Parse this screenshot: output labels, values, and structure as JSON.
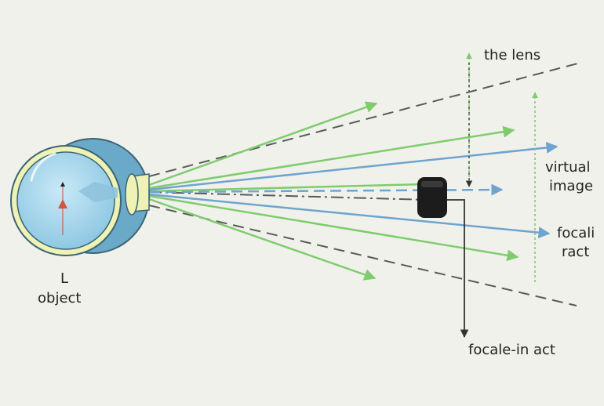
{
  "labels": {
    "the_lens": "the lens",
    "virtual_image_line1": "virtual",
    "virtual_image_line2": "image",
    "focali_line1": "focali",
    "focali_line2": "ract",
    "focale_in_act": "focale-in act",
    "object_line1": "L",
    "object_line2": "object"
  },
  "colors": {
    "background": "#f1f1ec",
    "green_ray": "#7fcc6e",
    "blue_ray": "#6ea4cf",
    "dashed_gray": "#5a5a5a",
    "eye_fill": "#a8d6ec",
    "eye_rim": "#eef2b4",
    "eye_outline": "#4a6e80",
    "device": "#1c1c1c"
  }
}
